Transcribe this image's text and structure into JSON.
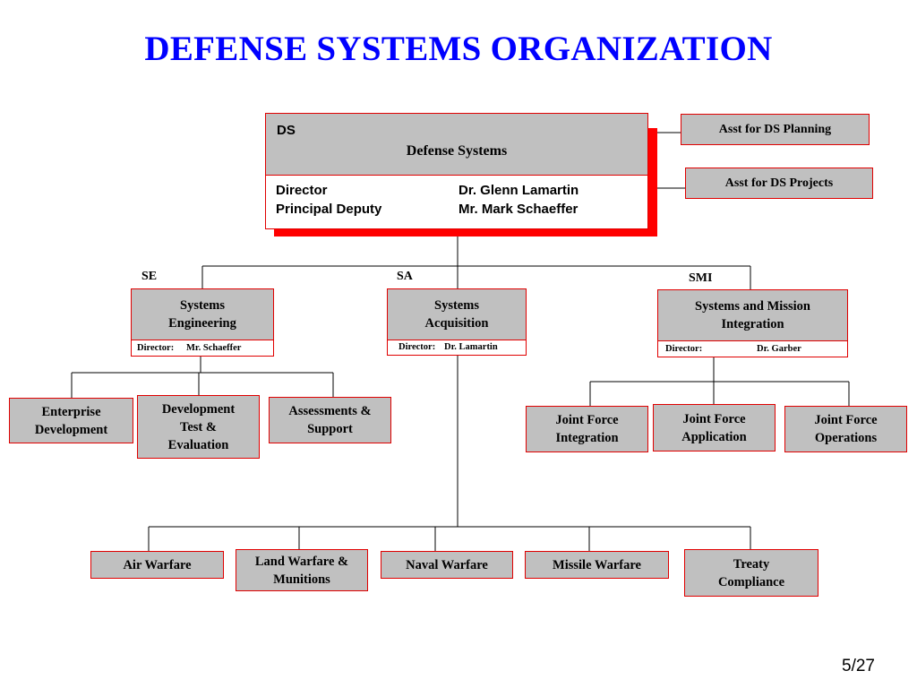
{
  "title": "DEFENSE SYSTEMS ORGANIZATION",
  "colors": {
    "title": "#0000ff",
    "box_fill": "#c0c0c0",
    "box_border": "#e00000",
    "shadow": "#ff0000"
  },
  "ds": {
    "code": "DS",
    "name": "Defense Systems",
    "director_role": "Director",
    "director_name": "Dr. Glenn Lamartin",
    "deputy_role": "Principal Deputy",
    "deputy_name": "Mr. Mark Schaeffer"
  },
  "assistants": {
    "planning": "Asst for DS Planning",
    "projects": "Asst for DS Projects"
  },
  "se": {
    "code": "SE",
    "name": "Systems Engineering",
    "director_label": "Director:",
    "director_name": "Mr. Schaeffer",
    "children": [
      "Enterprise Development",
      "Development Test & Evaluation",
      "Assessments & Support"
    ]
  },
  "sa": {
    "code": "SA",
    "name": "Systems Acquisition",
    "director_label": "Director:",
    "director_name": "Dr. Lamartin",
    "children": [
      "Air Warfare",
      "Land Warfare & Munitions",
      "Naval Warfare",
      "Missile Warfare",
      "Treaty Compliance"
    ]
  },
  "smi": {
    "code": "SMI",
    "name": "Systems and Mission Integration",
    "director_label": "Director:",
    "director_name": "Dr. Garber",
    "children": [
      "Joint Force Integration",
      "Joint Force Application",
      "Joint Force Operations"
    ]
  },
  "page_number": "5/27"
}
